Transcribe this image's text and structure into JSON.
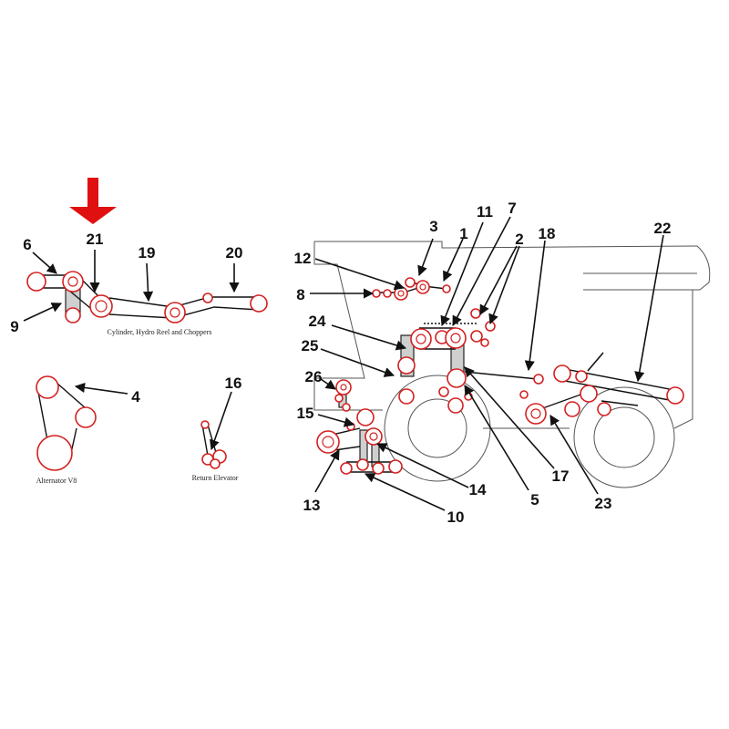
{
  "captions": {
    "cylinder": "Cylinder, Hydro Reel and Choppers",
    "alternator": "Alternator V8",
    "return_elevator": "Return Elevator"
  },
  "callouts": {
    "n1": "1",
    "n2": "2",
    "n3": "3",
    "n4": "4",
    "n5": "5",
    "n6": "6",
    "n7": "7",
    "n8": "8",
    "n9": "9",
    "n10": "10",
    "n11": "11",
    "n12": "12",
    "n13": "13",
    "n14": "14",
    "n15": "15",
    "n16": "16",
    "n17": "17",
    "n18": "18",
    "n19": "19",
    "n20": "20",
    "n21": "21",
    "n22": "22",
    "n23": "23",
    "n24": "24",
    "n25": "25",
    "n26": "26"
  },
  "colors": {
    "pulley_outline": "#d42020",
    "highlight_arrow": "#e01010",
    "ink": "#111111"
  }
}
